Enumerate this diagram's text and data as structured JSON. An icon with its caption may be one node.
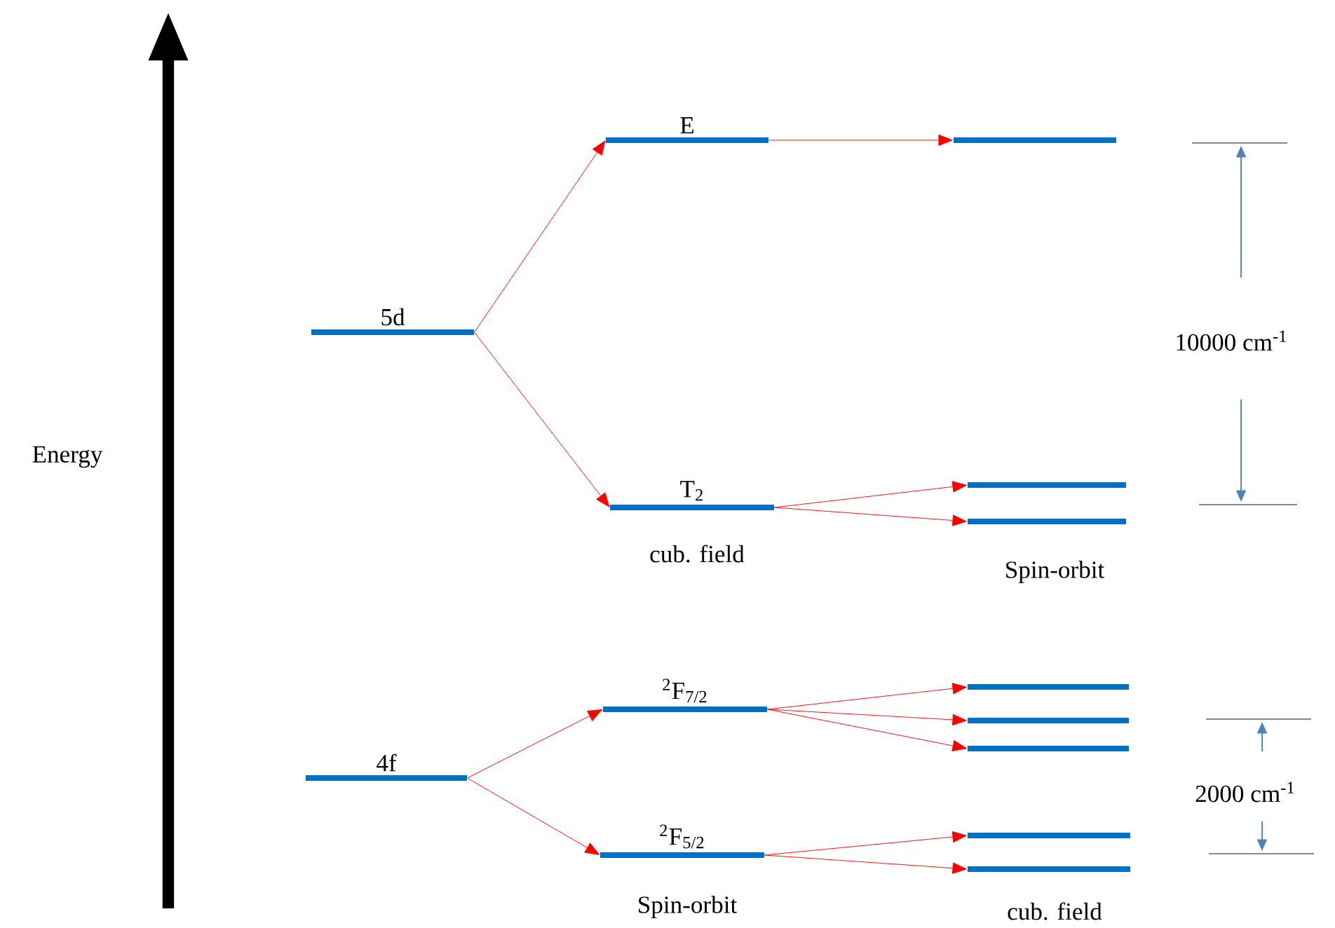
{
  "diagram": {
    "nodes": [
      {
        "text": [
          "5d"
        ]
      },
      {
        "text": [
          "E"
        ]
      },
      {
        "text": [
          "T$_{2}$"
        ]
      },
      {
        "text": [],
        "shape": "bar"
      },
      {
        "text": [],
        "shape": "bar"
      },
      {
        "text": [],
        "shape": "bar"
      },
      {
        "text": [
          "4f"
        ]
      },
      {
        "text": [
          "$^{2}$F$_{7/2}$"
        ]
      },
      {
        "text": [
          "$^{2}$F$_{5/2}$"
        ]
      },
      {
        "text": [],
        "shape": "bar"
      },
      {
        "text": [],
        "shape": "bar"
      },
      {
        "text": [],
        "shape": "bar"
      },
      {
        "text": [],
        "shape": "bar"
      },
      {
        "text": [],
        "shape": "bar"
      }
    ],
    "edges": [
      {
        "from": 0,
        "to": 1,
        "arrow": "to"
      },
      {
        "from": 0,
        "to": 2,
        "arrow": "to"
      },
      {
        "from": 1,
        "to": 3,
        "arrow": "to"
      },
      {
        "from": 2,
        "to": 4,
        "arrow": "to"
      },
      {
        "from": 2,
        "to": 5,
        "arrow": "to"
      },
      {
        "from": 6,
        "to": 7,
        "arrow": "to"
      },
      {
        "from": 6,
        "to": 8,
        "arrow": "to"
      },
      {
        "from": 7,
        "to": 9,
        "arrow": "to"
      },
      {
        "from": 7,
        "to": 10,
        "arrow": "to"
      },
      {
        "from": 7,
        "to": 11,
        "arrow": "to"
      },
      {
        "from": 8,
        "to": 12,
        "arrow": "to"
      },
      {
        "from": 8,
        "to": 13,
        "arrow": "to"
      }
    ],
    "labels": [
      "Energy",
      "10000 cm$^{-1}$",
      "cub. field",
      "Spin-orbit",
      "2000 cm$^{-1}$",
      "Spin-orbit",
      "cub. field"
    ]
  }
}
